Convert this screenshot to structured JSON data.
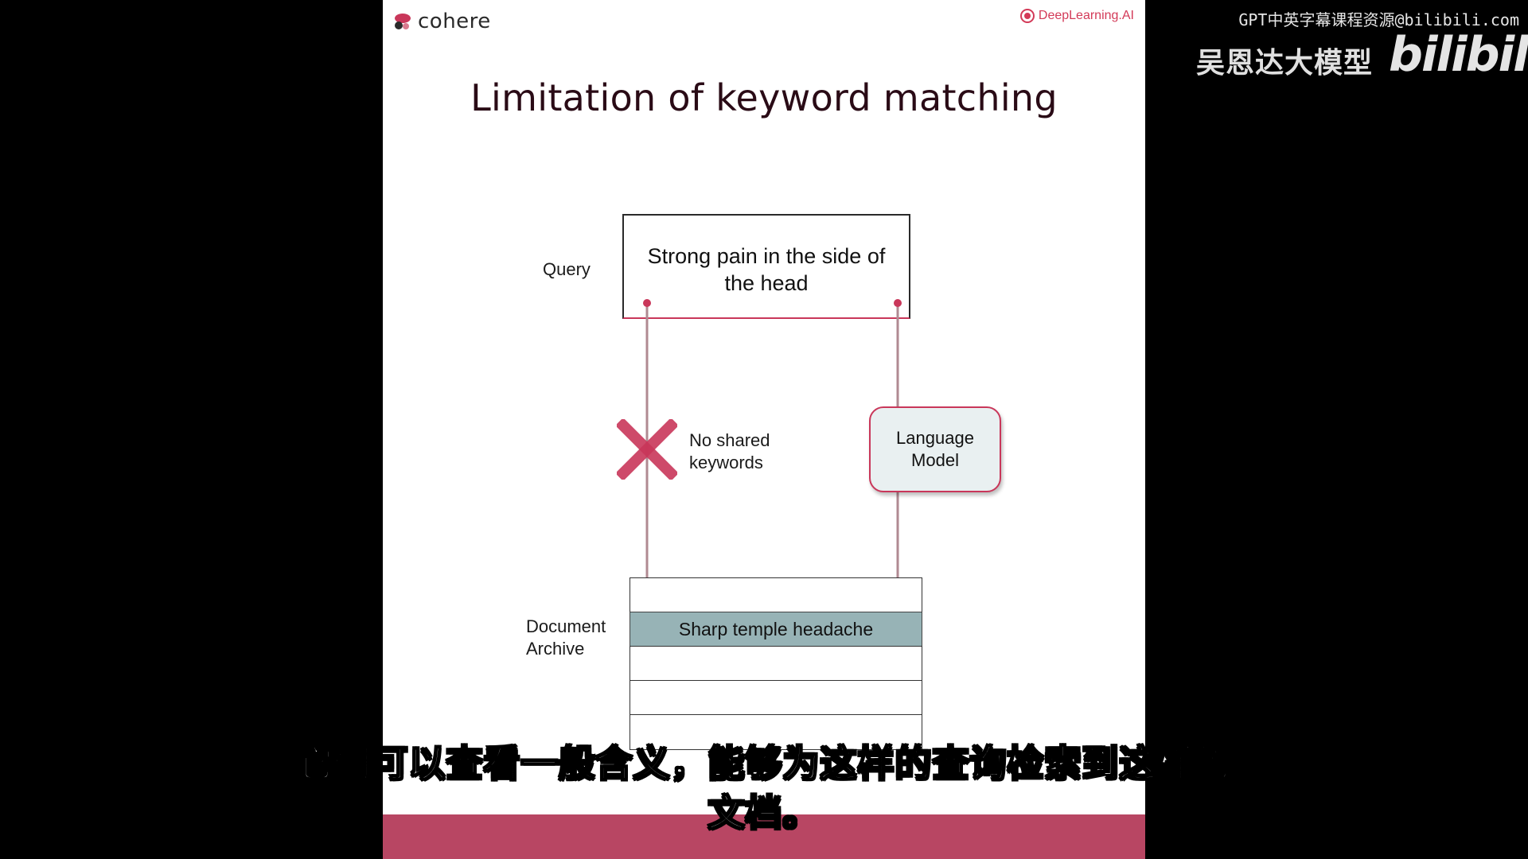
{
  "slide": {
    "brand_left": "cohere",
    "brand_right": "DeepLearning.AI",
    "title": "Limitation of keyword matching",
    "colors": {
      "accent": "#c9375a",
      "band": "#b84663",
      "highlight_row": "#97b3b6",
      "lm_fill": "#e9f0f1"
    }
  },
  "diagram": {
    "query_label": "Query",
    "query_text": "Strong pain in the side of the head",
    "no_match_label": "No shared keywords",
    "no_match_icon": "x-cross-icon",
    "model_label": "Language Model",
    "archive_label": "Document Archive",
    "matched_document": "Sharp temple headache"
  },
  "overlay": {
    "subtitle_line1": "它们可以查看一般含义，能够为这样的查询检索到这样的",
    "subtitle_line2": "文档。",
    "watermark_text": "GPT中英字幕课程资源@bilibili.com",
    "watermark_brand": "吴恩达大模型",
    "watermark_logo": "bilibili"
  }
}
